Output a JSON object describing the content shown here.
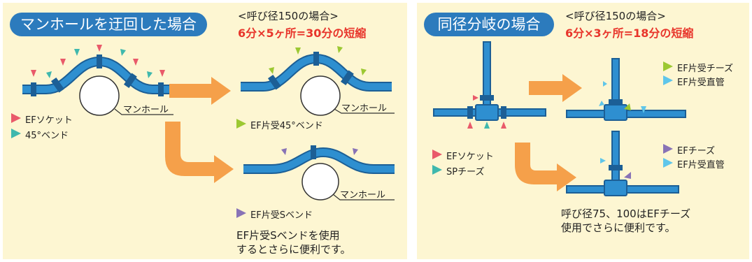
{
  "left": {
    "title": "マンホールを迂回した場合",
    "condition": "<呼び径150の場合>",
    "highlight": "6分×5ヶ所=30分の短縮",
    "manhole": "マンホール",
    "legend": [
      {
        "label": "EFソケット",
        "color": "#e95a6a"
      },
      {
        "label": "45°ベンド",
        "color": "#3fb8ad"
      }
    ],
    "top_right_label": "EF片受45°ベンド",
    "top_right_color": "#9cc832",
    "bottom_right_label": "EF片受Sベンド",
    "bottom_right_color": "#8873b6",
    "note": [
      "EF片受Sベンドを使用",
      "するとさらに便利です。"
    ]
  },
  "right": {
    "title": "同径分岐の場合",
    "condition": "<呼び径150の場合>",
    "highlight": "6分×3ヶ所=18分の短縮",
    "legend": [
      {
        "label": "EFソケット",
        "color": "#e95a6a"
      },
      {
        "label": "SPチーズ",
        "color": "#3fb8ad"
      }
    ],
    "top_legend": [
      {
        "label": "EF片受チーズ",
        "color": "#9cc832"
      },
      {
        "label": "EF片受直管",
        "color": "#5fc6ea"
      }
    ],
    "bottom_legend": [
      {
        "label": "EFチーズ",
        "color": "#8873b6"
      },
      {
        "label": "EF片受直管",
        "color": "#5fc6ea"
      }
    ],
    "note": [
      "呼び径75、100はEFチーズ",
      "使用でさらに便利です。"
    ]
  },
  "colors": {
    "panel": "#fdf6d2",
    "pipe": "#2e8fd0",
    "pipe_dark": "#1c5f96",
    "arrow": "#f5a04a",
    "title_bg": "#2c7bbd",
    "highlight": "#e8352b"
  }
}
